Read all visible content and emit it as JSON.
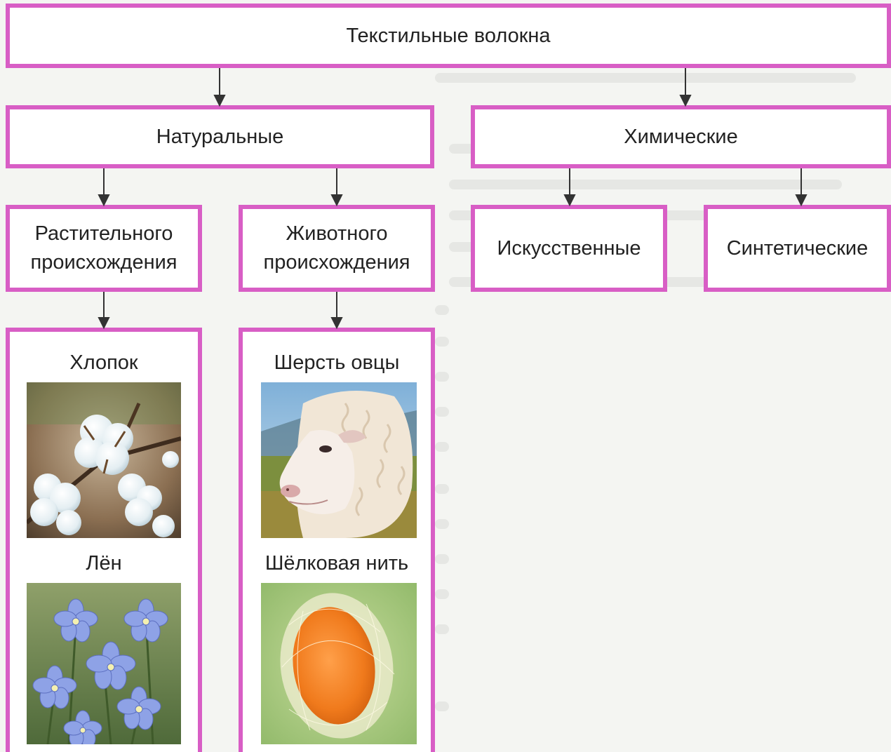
{
  "diagram": {
    "root": "Текстильные волокна",
    "natural": "Натуральные",
    "chemical": "Химические",
    "plant_origin": "Растительного происхождения",
    "animal_origin": "Животного происхождения",
    "artificial": "Искусственные",
    "synthetic": "Синтетические",
    "plant_examples": [
      "Хлопок",
      "Лён"
    ],
    "animal_examples": [
      "Шерсть овцы",
      "Шёлковая нить"
    ]
  },
  "photos": [
    "cotton-boll",
    "flax-flowers",
    "sheep",
    "silk-cocoon"
  ],
  "colors": {
    "box_border": "#d85ec5",
    "arrow": "#333333"
  }
}
